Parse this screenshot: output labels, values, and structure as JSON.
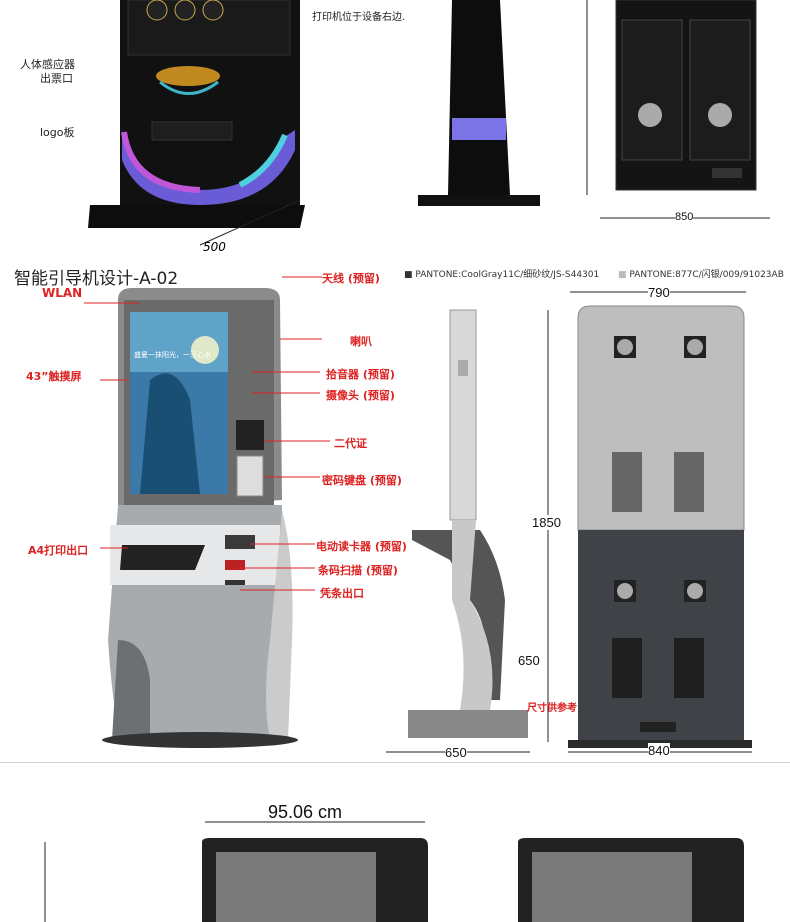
{
  "top": {
    "note": "打印机位于设备右边.",
    "labels": {
      "sensor": "人体感应器",
      "ticket": "出票口",
      "logo": "logo板"
    },
    "dim_depth": "500",
    "dim_width": "850"
  },
  "middle": {
    "title": "智能引导机设计-A-02",
    "wlan": "WLAN",
    "pantone_1": "PANTONE:CoolGray11C/细砂纹/JS-S44301",
    "pantone_2": "PANTONE:877C/闪银/009/91023AB",
    "screen_size": "43”触摸屏",
    "a4": "A4打印出口",
    "callouts": {
      "antenna": "天线 (预留)",
      "speaker": "喇叭",
      "mic": "拾音器 (预留)",
      "camera": "摄像头 (预留)",
      "idcard": "二代证",
      "pinpad": "密码键盘 (预留)",
      "cardreader": "电动读卡器 (预留)",
      "barcode": "条码扫描 (预留)",
      "receipt": "凭条出口"
    },
    "screen_text": "盛夏一抹阳光，一汪心水",
    "dims": {
      "width_top": "790",
      "height": "1850",
      "lower_h": "650",
      "side_depth": "650",
      "base": "840"
    },
    "size_note": "尺寸供参考"
  },
  "bottom": {
    "dim": "95.06 cm"
  }
}
